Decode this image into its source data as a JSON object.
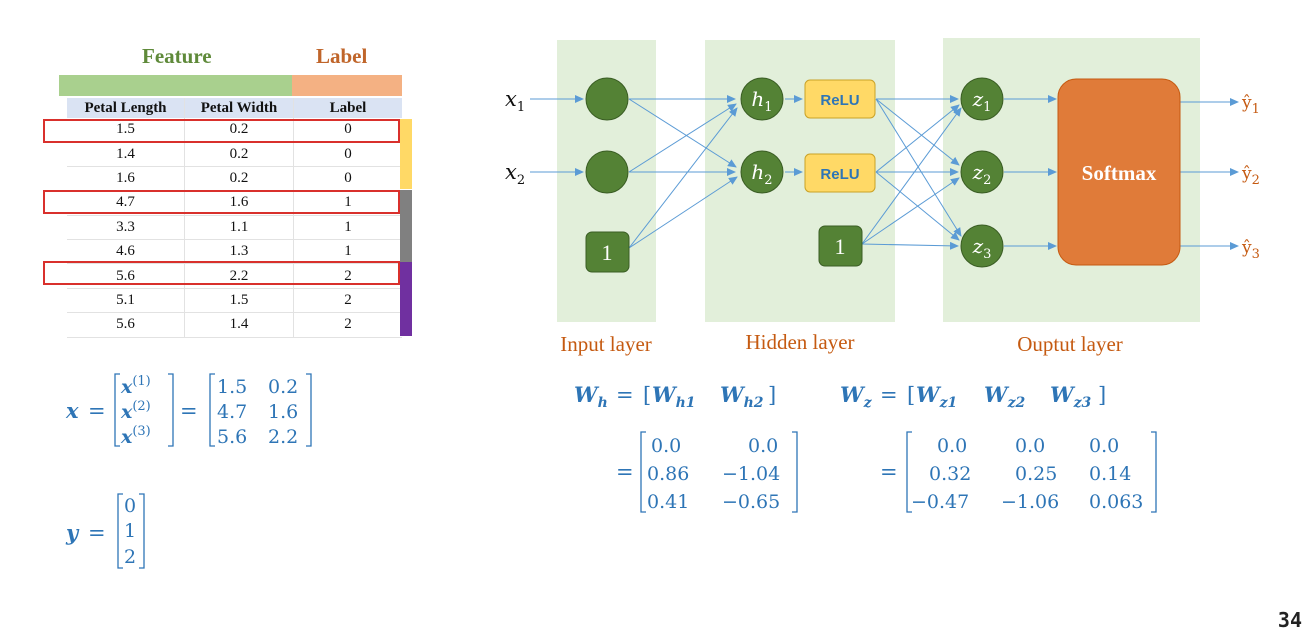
{
  "table": {
    "group_headers": {
      "feature": "Feature",
      "label": "Label"
    },
    "columns": [
      "Petal  Length",
      "Petal  Width",
      "Label"
    ],
    "rows": [
      [
        "1.5",
        "0.2",
        "0"
      ],
      [
        "1.4",
        "0.2",
        "0"
      ],
      [
        "1.6",
        "0.2",
        "0"
      ],
      [
        "4.7",
        "1.6",
        "1"
      ],
      [
        "3.3",
        "1.1",
        "1"
      ],
      [
        "4.6",
        "1.3",
        "1"
      ],
      [
        "5.6",
        "2.2",
        "2"
      ],
      [
        "5.1",
        "1.5",
        "2"
      ],
      [
        "5.6",
        "1.4",
        "2"
      ]
    ],
    "highlighted_rows": [
      0,
      3,
      6
    ],
    "class_colors": [
      "#ffd966",
      "#808080",
      "#7030a0"
    ],
    "highlight_color": "#d9302c"
  },
  "equations": {
    "x": {
      "lhs": "x",
      "rows": [
        [
          "x(1)",
          "1.5",
          "0.2"
        ],
        [
          "x(2)",
          "4.7",
          "1.6"
        ],
        [
          "x(3)",
          "5.6",
          "2.2"
        ]
      ]
    },
    "y": {
      "lhs": "y",
      "values": [
        "0",
        "1",
        "2"
      ]
    },
    "Wh": {
      "lhs": "Wh",
      "blocks": [
        "Wh1",
        "Wh2"
      ],
      "matrix": [
        [
          "0.0",
          "0.0"
        ],
        [
          "0.86",
          "−1.04"
        ],
        [
          "0.41",
          "−0.65"
        ]
      ]
    },
    "Wz": {
      "lhs": "Wz",
      "blocks": [
        "Wz1",
        "Wz2",
        "Wz3"
      ],
      "matrix": [
        [
          "0.0",
          "0.0",
          "0.0"
        ],
        [
          "0.32",
          "0.25",
          "0.14"
        ],
        [
          "−0.47",
          "−1.06",
          "0.063"
        ]
      ]
    }
  },
  "network": {
    "inputs": [
      "x1",
      "x2"
    ],
    "bias_label": "1",
    "hidden": [
      "h1",
      "h2"
    ],
    "activation": "ReLU",
    "outputs": [
      "z1",
      "z2",
      "z3"
    ],
    "softmax_label": "Softmax",
    "predictions": [
      "ŷ1",
      "ŷ2",
      "ŷ3"
    ],
    "layer_labels": {
      "input": "Input layer",
      "hidden": "Hidden layer",
      "output": "Ouptut layer"
    },
    "colors": {
      "panel": "#e2efda",
      "node": "#548235",
      "node_border": "#3a5d24",
      "relu": "#ffd966",
      "relu_text": "#2e75b6",
      "softmax": "#e07b39",
      "edge": "#5b9bd5",
      "layer_text": "#c55a11",
      "math": "#2e75b6"
    }
  },
  "slide_number": "34"
}
